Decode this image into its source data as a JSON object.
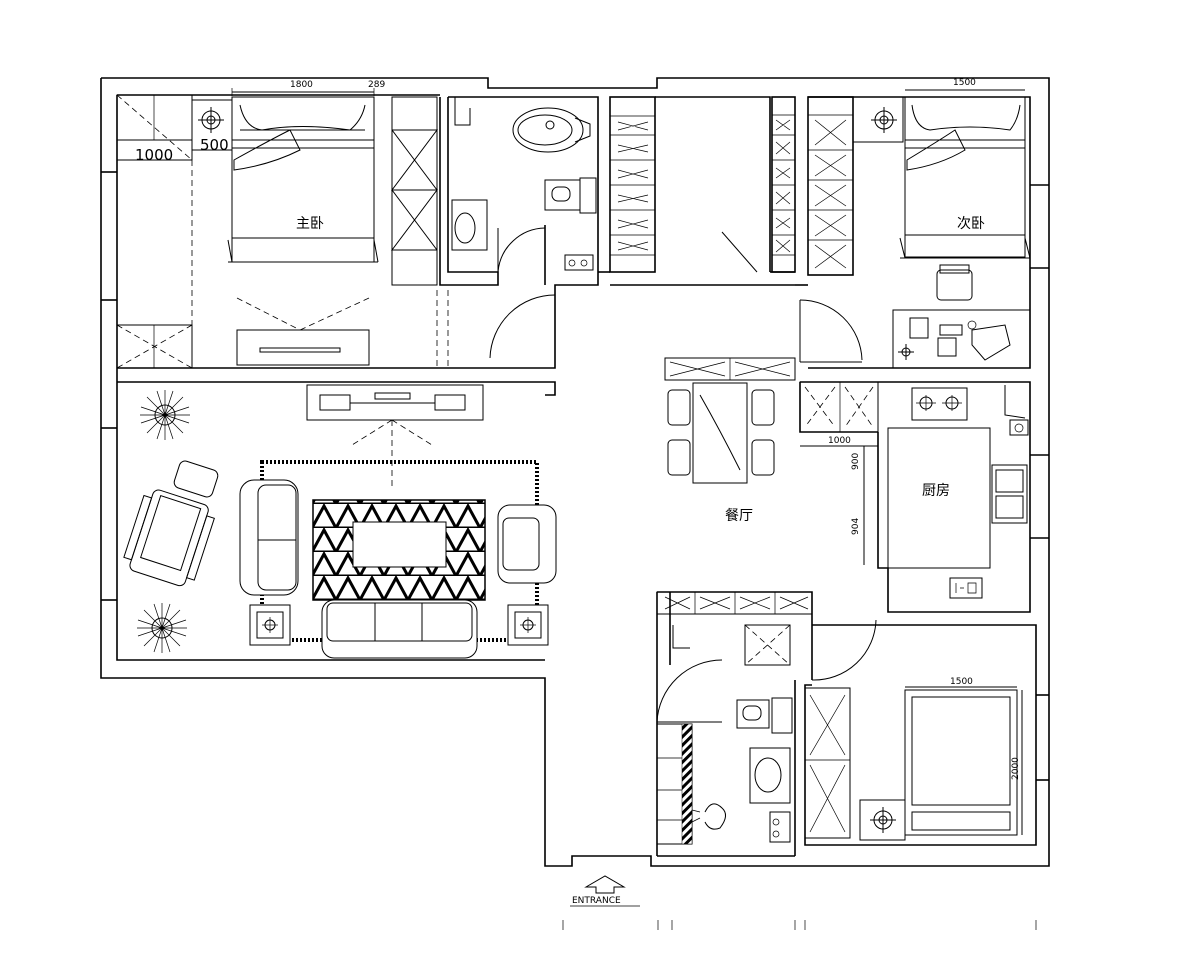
{
  "rooms": {
    "master_bedroom": "主卧",
    "second_bedroom": "次卧",
    "kitchen": "厨房",
    "dining": "餐厅"
  },
  "dimensions": {
    "master_bed_width": "1800",
    "master_side": "289",
    "master_wardrobe": "1000",
    "master_nightstand": "500",
    "second_bed_width": "1500",
    "kitchen_counter": "1000",
    "kitchen_depth_1": "900",
    "kitchen_depth_2": "904",
    "third_bed_width": "1500",
    "third_bed_length": "2000"
  },
  "entrance": "ENTRANCE",
  "icons": [
    "plant-icon",
    "lamp-icon",
    "door-swing-icon",
    "entrance-arrow-icon",
    "stove-icon",
    "sink-icon",
    "toilet-icon",
    "bathtub-icon"
  ]
}
